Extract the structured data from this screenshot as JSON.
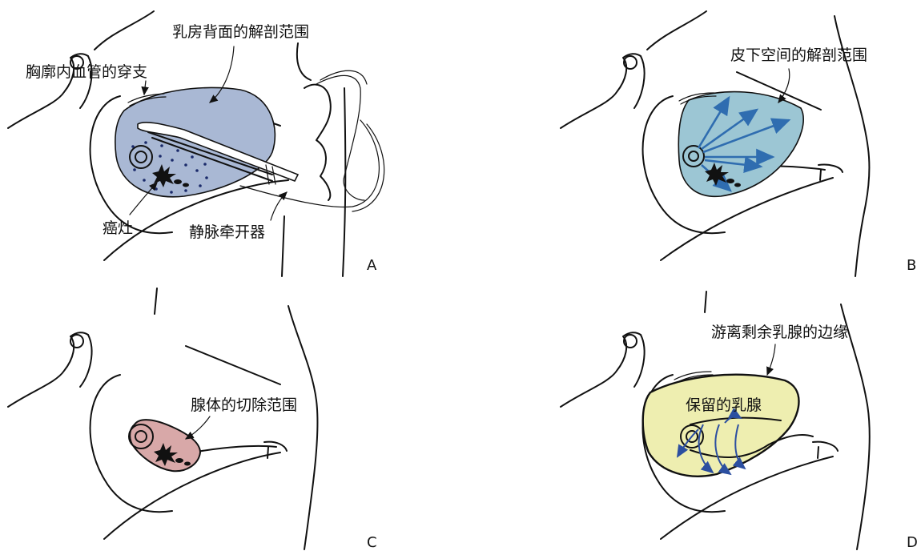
{
  "colors": {
    "panel_a_fill": "#a9b8d4",
    "panel_b_fill": "#9cc6d4",
    "panel_b_arrows": "#2f6db0",
    "panel_c_fill": "#d8a8a8",
    "panel_d_fill": "#eeeeb0",
    "panel_d_curves": "#2c4fa0",
    "line": "#111111"
  },
  "panels": {
    "A": {
      "letter": "A",
      "label_dorsal_range": "乳房背面的解剖范围",
      "label_perforator": "胸廓内血管的穿支",
      "label_tumor": "癌灶",
      "label_retractor": "静脉牵开器"
    },
    "B": {
      "letter": "B",
      "label_subcutaneous_range": "皮下空间的解剖范围"
    },
    "C": {
      "letter": "C",
      "label_resection_range": "腺体的切除范围"
    },
    "D": {
      "letter": "D",
      "label_free_margin": "游离剩余乳腺的边缘",
      "label_preserved_gland": "保留的乳腺"
    }
  },
  "icons": [
    "tumor-icon",
    "nipple-icon",
    "arrow-icon"
  ]
}
